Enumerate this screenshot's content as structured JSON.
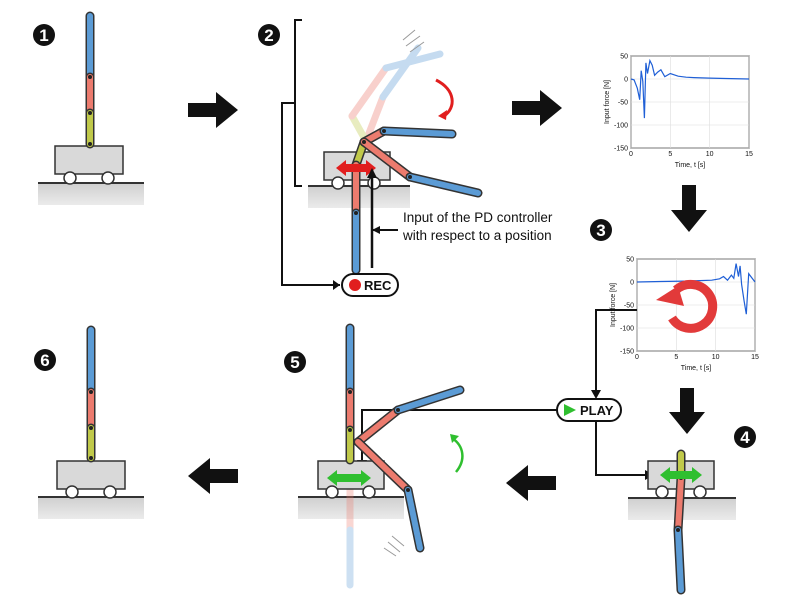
{
  "steps": [
    "1",
    "2",
    "3",
    "4",
    "5",
    "6"
  ],
  "annotation": {
    "line1": "Input of the PD controller",
    "line2": "with respect to a position"
  },
  "buttons": {
    "rec": "REC",
    "play": "PLAY"
  },
  "colors": {
    "link_blue": "#5b9bd5",
    "link_red": "#ec7b6e",
    "link_olive": "#c0c94a",
    "arrow_red": "#e11e1e",
    "arrow_green": "#2fbf2f",
    "signal_blue": "#1f5fd6"
  },
  "chart_data": [
    {
      "type": "line",
      "xlabel": "Time, t [s]",
      "ylabel": "Input force [N]",
      "xlim": [
        0,
        15
      ],
      "ylim": [
        -150,
        50
      ],
      "xticks": [
        "0",
        "5",
        "10",
        "15"
      ],
      "yticks": [
        "50",
        "0",
        "-50",
        "-100",
        "-150"
      ],
      "grid": true,
      "x": [
        0,
        0.4,
        0.8,
        1.1,
        1.3,
        1.5,
        1.7,
        1.9,
        2.1,
        2.4,
        2.7,
        3.0,
        3.4,
        3.8,
        4.3,
        5.0,
        6.0,
        7.0,
        8.0,
        10.0,
        12.0,
        15.0
      ],
      "values": [
        0,
        -2,
        -20,
        -45,
        18,
        -5,
        -85,
        35,
        12,
        40,
        30,
        8,
        15,
        20,
        5,
        12,
        6,
        4,
        3,
        2,
        1,
        0
      ]
    },
    {
      "type": "line",
      "xlabel": "Time, t [s]",
      "ylabel": "Input force [N]",
      "xlim": [
        0,
        15
      ],
      "ylim": [
        -150,
        50
      ],
      "xticks": [
        "0",
        "5",
        "10",
        "15"
      ],
      "yticks": [
        "50",
        "0",
        "-50",
        "-100",
        "-150"
      ],
      "grid": true,
      "x": [
        0,
        3.0,
        6.0,
        8.0,
        9.5,
        10.5,
        11.0,
        11.5,
        12.0,
        12.3,
        12.6,
        12.9,
        13.1,
        13.3,
        13.6,
        13.9,
        14.2,
        15.0
      ],
      "values": [
        0,
        1,
        2,
        3,
        4,
        7,
        12,
        4,
        15,
        8,
        40,
        12,
        35,
        -5,
        -40,
        -70,
        18,
        0
      ]
    }
  ]
}
